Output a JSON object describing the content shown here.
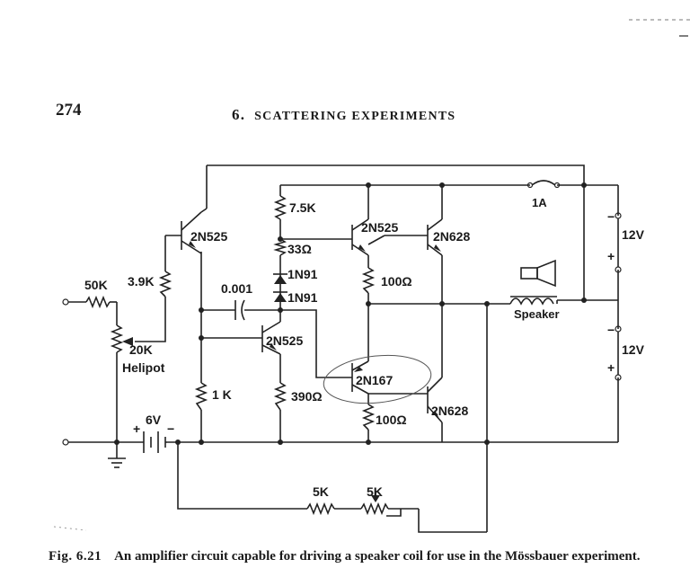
{
  "page": {
    "page_number": "274",
    "chapter_number": "6.",
    "chapter_title": "SCATTERING EXPERIMENTS"
  },
  "figure": {
    "caption_label": "Fig. 6.21",
    "caption_text": "An amplifier circuit capable for driving a speaker coil for use in the Mössbauer experiment."
  },
  "schematic": {
    "components": {
      "r_50k": "50K",
      "r_3_9k": "3.9K",
      "helipot_value": "20K",
      "helipot_label": "Helipot",
      "q1": "2N525",
      "cap": "0.001",
      "r_7_5k": "7.5K",
      "r_33": "33Ω",
      "d1": "1N91",
      "d2": "1N91",
      "q2": "2N525",
      "q3": "2N525",
      "q4": "2N628",
      "fuse": "1A",
      "r_100_top": "100Ω",
      "speaker": "Speaker",
      "r_1k": "1 K",
      "r_390": "390Ω",
      "q5": "2N167",
      "r_100_bot": "100Ω",
      "q6": "2N628",
      "battery": "6V",
      "battery_plus": "+",
      "battery_minus": "−",
      "supply1": "12V",
      "supply2": "12V",
      "supply1_minus": "−",
      "supply1_plus": "+",
      "supply2_minus": "−",
      "supply2_plus": "+",
      "fb_r1": "5K",
      "fb_r2": "5K"
    }
  }
}
